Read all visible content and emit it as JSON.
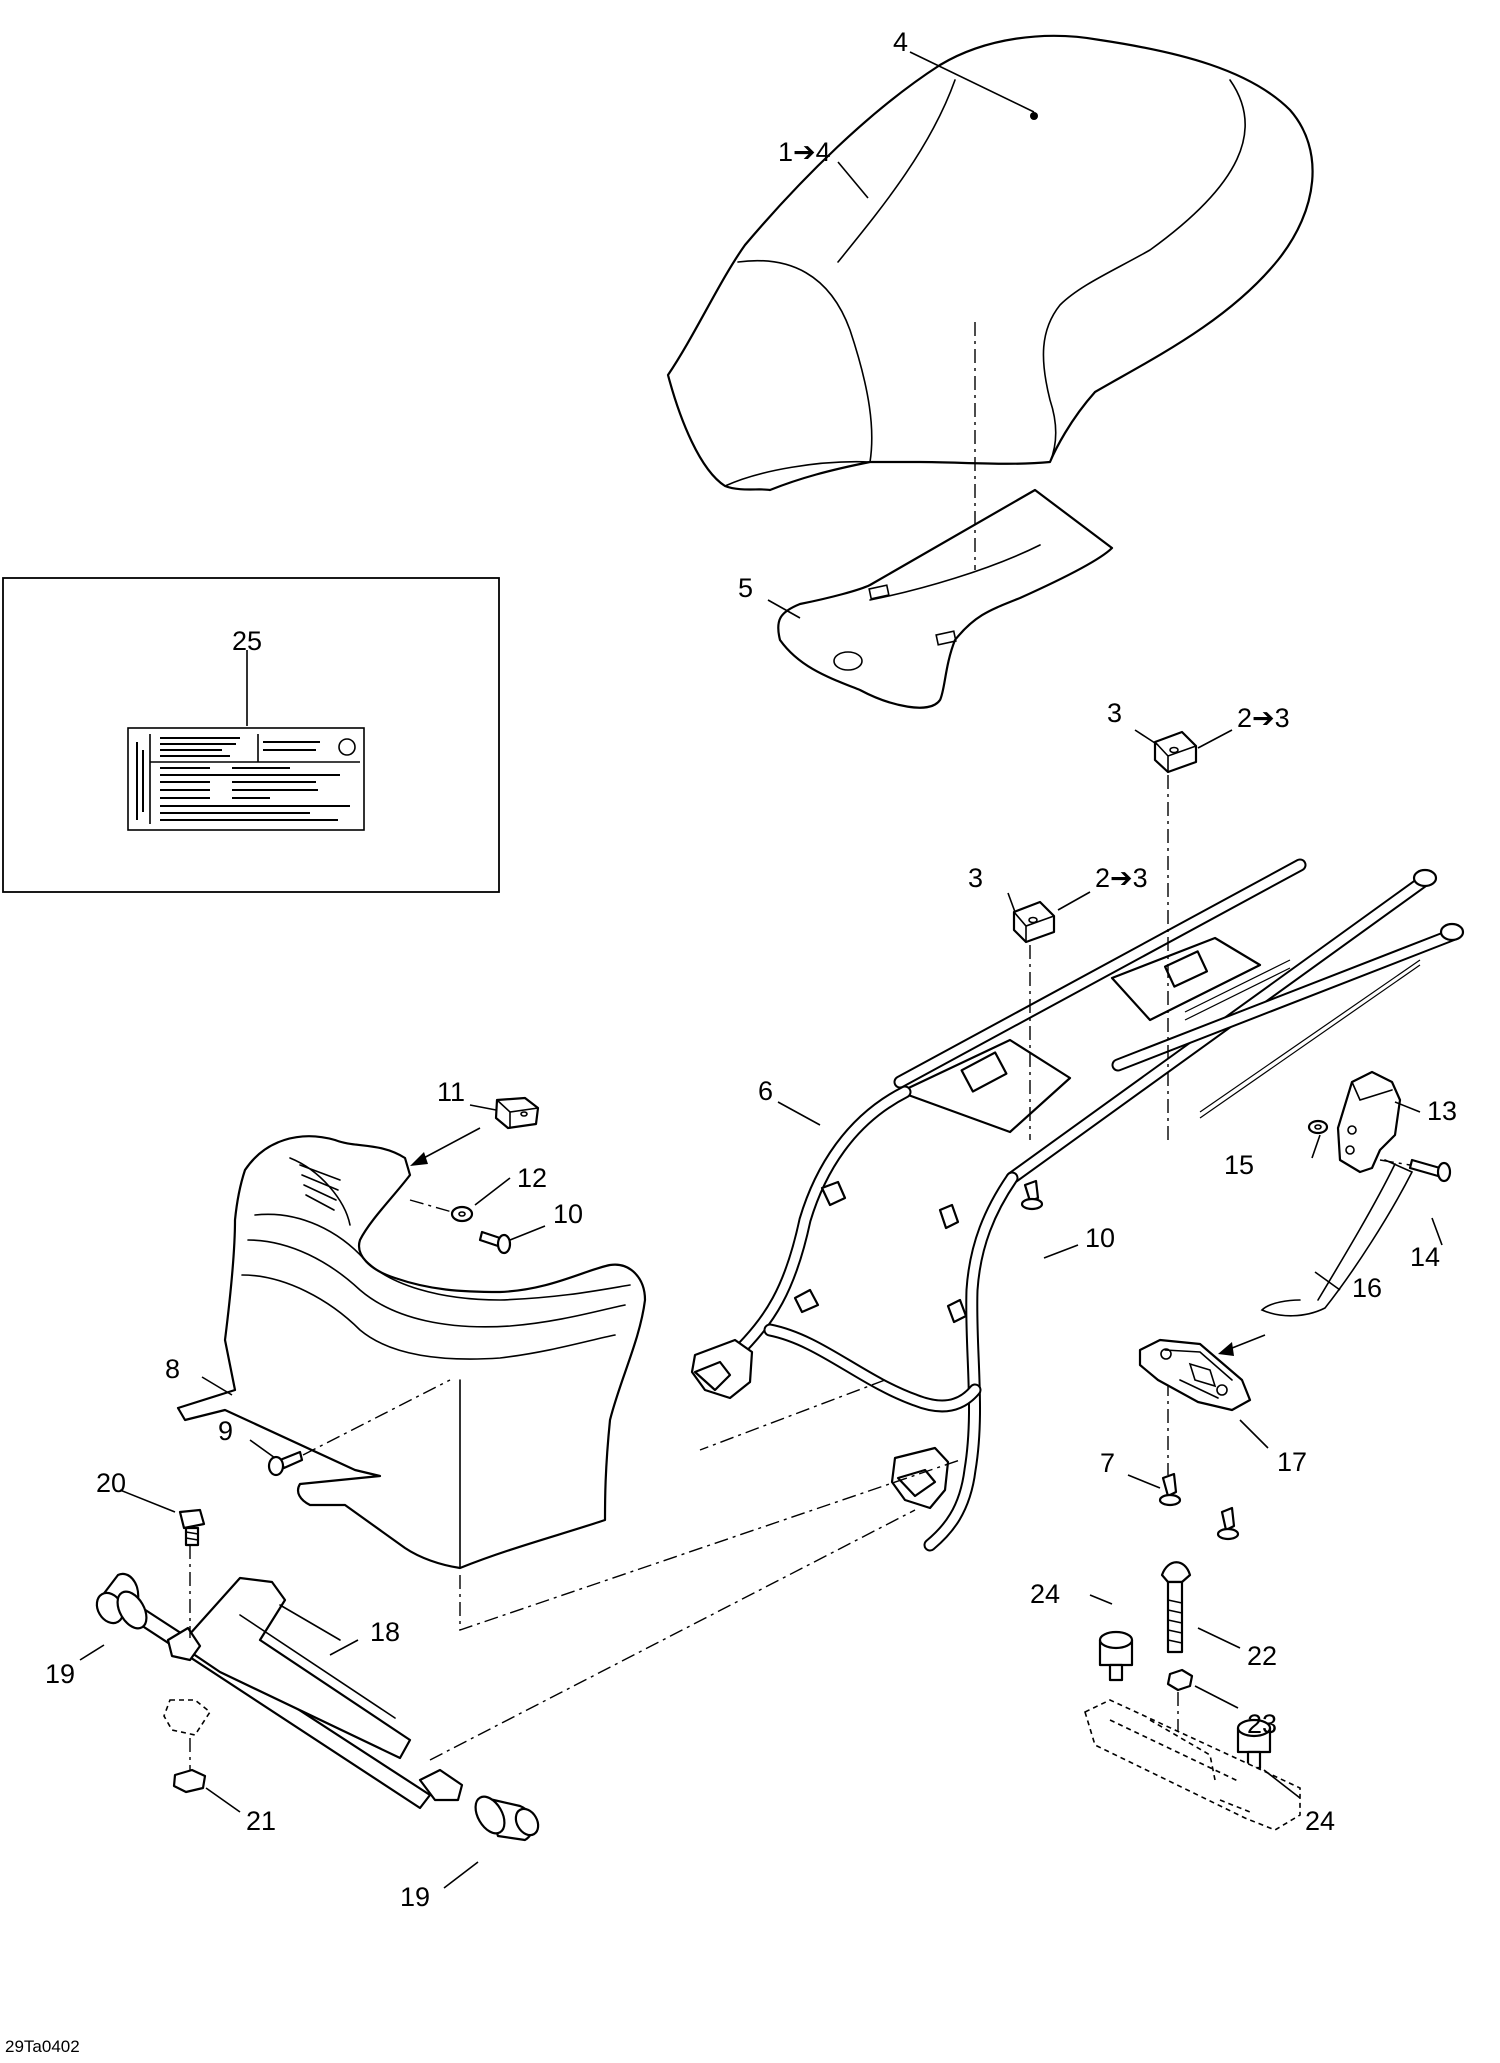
{
  "drawing_code": "29Ta0402",
  "callouts": {
    "seat_range": "1➔4",
    "seat": "4",
    "seat_board": "5",
    "bumper_range_upper": "2➔3",
    "bumper_upper": "3",
    "bumper_range_lower": "2➔3",
    "bumper_lower": "3",
    "frame": "6",
    "screw_17": "7",
    "rear_fender": "8",
    "screw_fender": "9",
    "screw_frame": "10",
    "screw_fender_top": "10",
    "clip_nut": "11",
    "washer": "12",
    "latch": "13",
    "latch_screw": "14",
    "latch_washer": "15",
    "latch_rod": "16",
    "latch_base": "17",
    "cross_tube": "18",
    "bushing_left": "19",
    "bushing_right": "19",
    "bolt_20": "20",
    "nut_21": "21",
    "bolt_22": "22",
    "nut_23": "23",
    "rubber_bumper_left": "24",
    "rubber_bumper_right": "24",
    "decal": "25"
  }
}
